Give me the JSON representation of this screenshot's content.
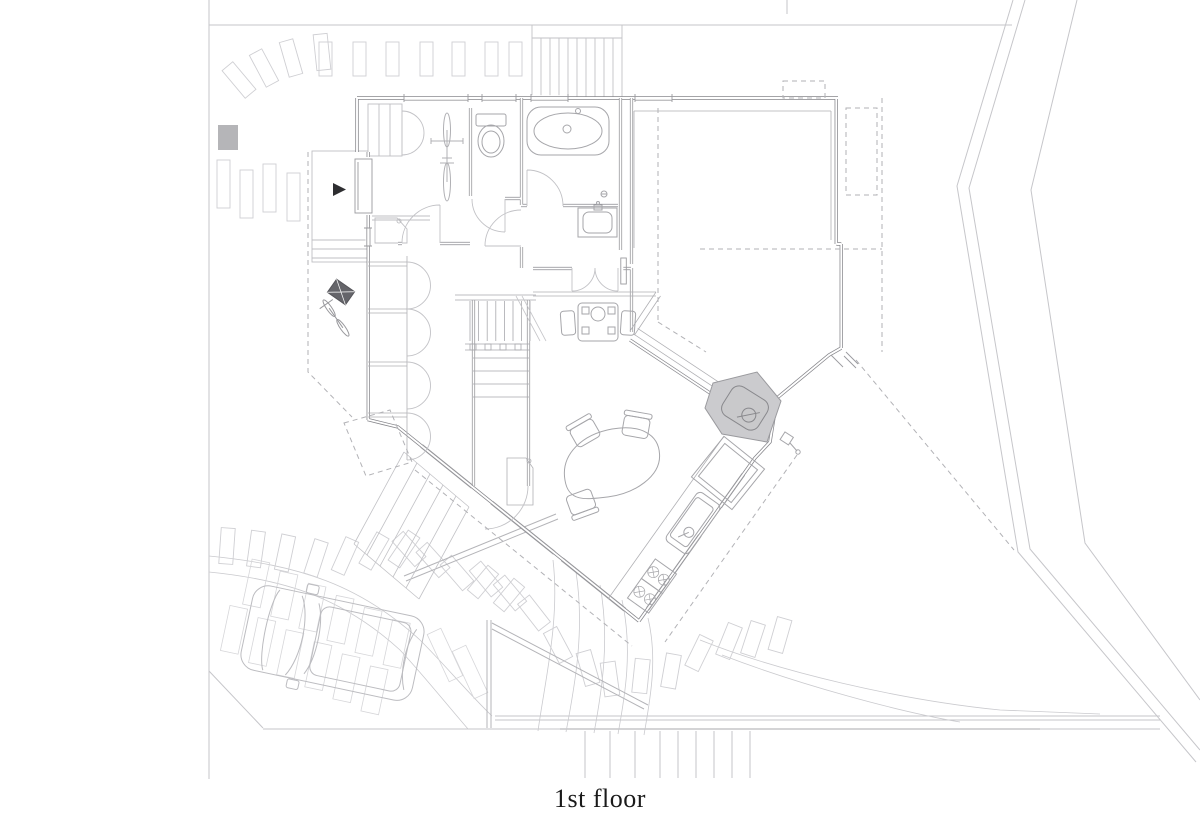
{
  "caption": "1st floor",
  "plan": {
    "type": "architectural-floor-plan",
    "floor_label": "1st floor",
    "text_items": [
      "1st floor"
    ],
    "colors": {
      "background": "#ffffff",
      "wall_line": "#85858a",
      "fixture_line": "#a6a6aa",
      "site_line": "#c6c6ca",
      "stone_line": "#cfcfd3",
      "dashed_line": "#b2b2b6",
      "hearth_fill": "#cbcbce",
      "pad_fill": "#b5b5b8",
      "marker_dark": "#2e2e31",
      "caption_text": "#1a1a1a"
    },
    "icons": [
      "entrance-arrow-icon",
      "bathtub-icon",
      "toilet-icon",
      "washbasin-icon",
      "kitchen-sink-icon",
      "gas-stove-icon",
      "wood-stove-icon",
      "dining-table-icon",
      "study-table-icon",
      "staircase-icon",
      "bicycle-icon",
      "kid-bicycle-icon",
      "cart-icon",
      "car-icon",
      "garden-tap-icon",
      "stepping-stones",
      "hill-stairs"
    ]
  }
}
